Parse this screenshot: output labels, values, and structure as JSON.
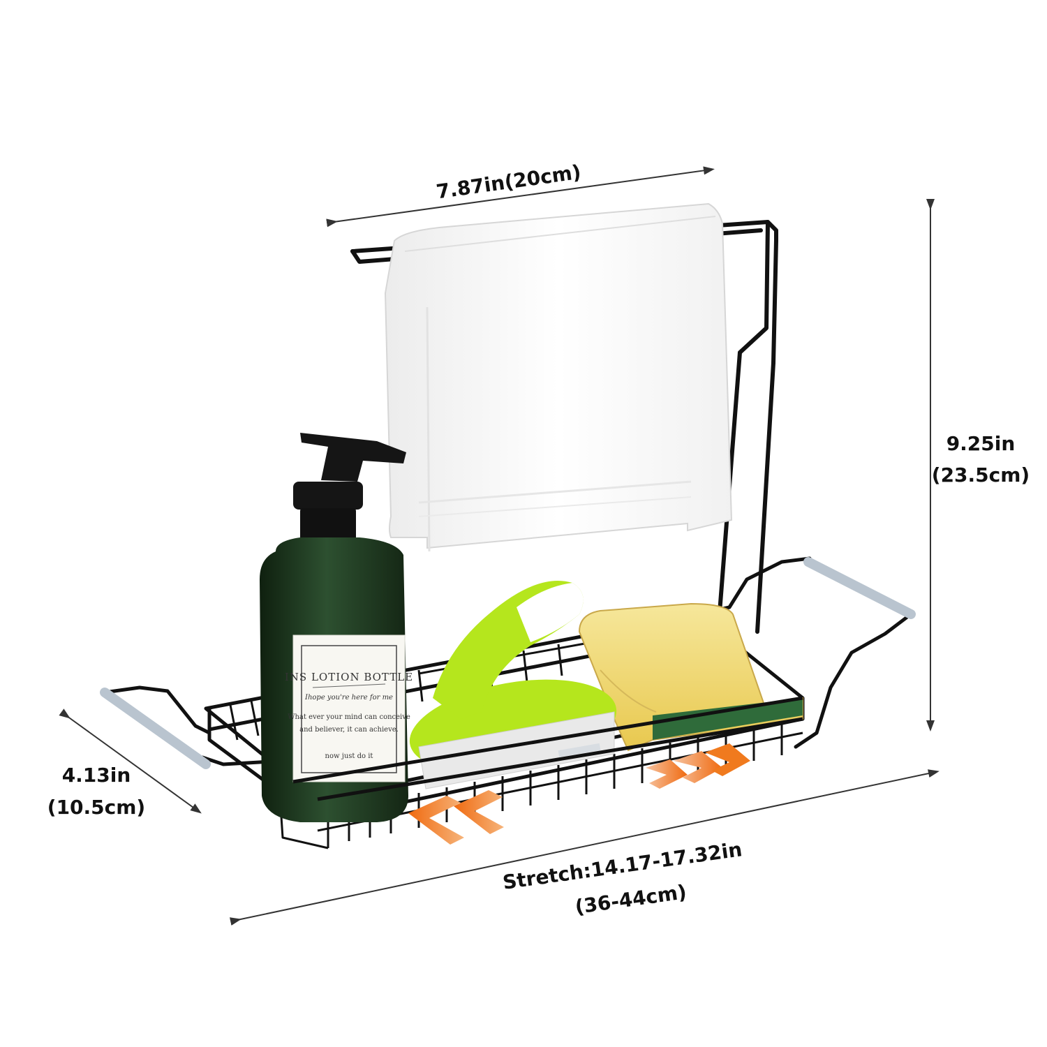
{
  "dimensions": {
    "width": "7.87in(20cm)",
    "height_in": "9.25in",
    "height_cm": "(23.5cm)",
    "depth_in": "4.13in",
    "depth_cm": "(10.5cm)",
    "stretch_in": "Stretch:14.17-17.32in",
    "stretch_cm": "(36-44cm)"
  },
  "bottle_label": {
    "title": "INS LOTION BOTTLE",
    "line1": "Ihope you're here for me",
    "line2": "What ever your mind can conceive",
    "line3": "and believer, it can achieve.",
    "line4": "now just do it"
  },
  "colors": {
    "rack": "#111111",
    "towel": "#f7f7f7",
    "bottle": "#1f3a1f",
    "brush": "#b5e61d",
    "sponge": "#f2dc7a",
    "arrow": "#f07a1e",
    "grip": "#b9c4cf"
  }
}
